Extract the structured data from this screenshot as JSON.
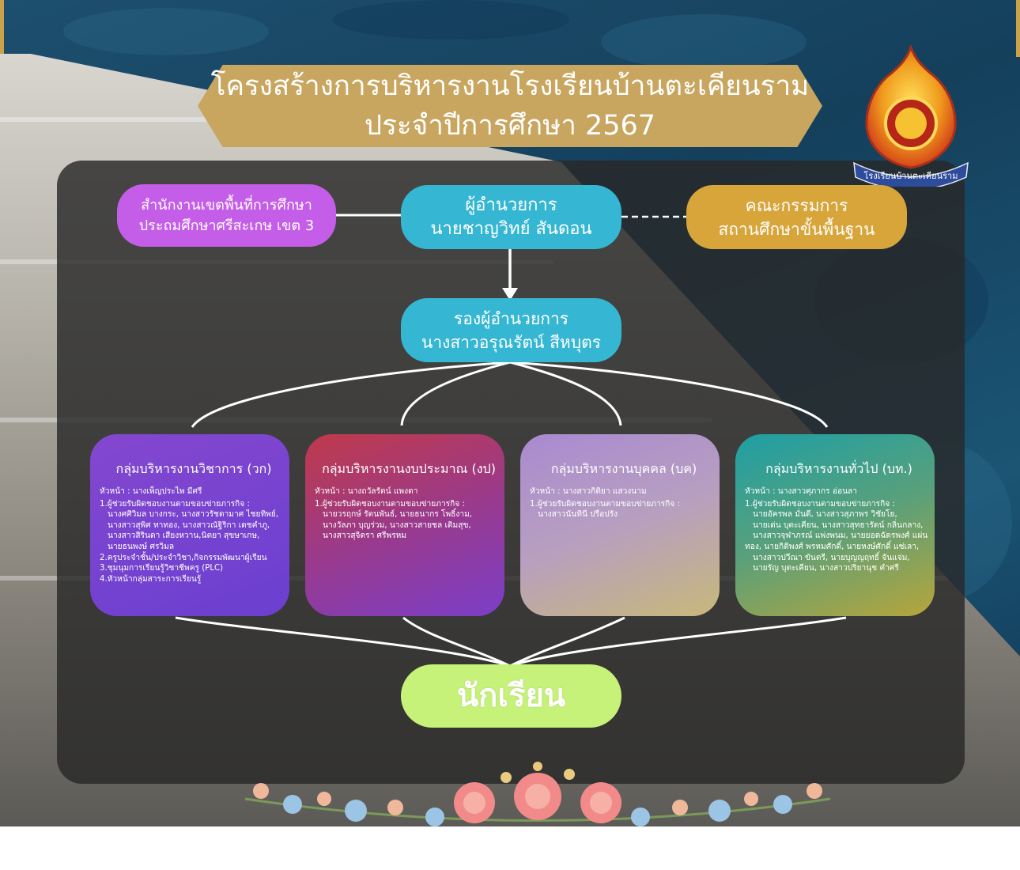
{
  "title": {
    "line1": "โครงสร้างการบริหารงานโรงเรียนบ้านตะเคียนราม",
    "line2": "ประจำปีการศึกษา 2567"
  },
  "school_label": "โรงเรียนบ้านตะเคียนราม",
  "nodes": {
    "office": {
      "line1": "สำนักงานเขตพื้นที่การศึกษา",
      "line2": "ประถมศึกษาศรีสะเกษ เขต 3"
    },
    "director": {
      "line1": "ผู้อำนวยการ",
      "line2": "นายชาญวิทย์ สันดอน"
    },
    "committee": {
      "line1": "คณะกรรมการ",
      "line2": "สถานศึกษาขั้นพื้นฐาน"
    },
    "deputy": {
      "line1": "รองผู้อำนวยการ",
      "line2": "นางสาวอรุณรัตน์ สีหบุตร"
    },
    "students": {
      "label": "นักเรียน"
    }
  },
  "groups": [
    {
      "title": "กลุ่มบริหารงานวิชาการ (วก)",
      "head": "หัวหน้า : นางเพ็ญประไพ มีศรี",
      "items": [
        "1.ผู้ช่วยรับผิดชอบงานตามขอบข่ายภารกิจ :",
        "นางศศิวิมล บางกระ, นางสาวรัชดามาศ ไชยทิพย์,",
        "นางสาวสุพิศ ทาทอง, นางสาวณัฐิริกา เดชคำภู,",
        "นางสาวสิรินดา เสียงหวาน,นิตยา สุขษาเกษ,",
        "นายธนพงษ์ ศรวิมล",
        "2.ครูประจำชั้น/ประจำวิชา,กิจกรรมพัฒนาผู้เรียน",
        "3.ชุมนุมการเรียนรู้วิชาชีพครู (PLC)",
        "4.หัวหน้ากลุ่มสาระการเรียนรู้"
      ]
    },
    {
      "title": "กลุ่มบริหารงานงบประมาณ (งป)",
      "head": "หัวหน้า : นางถวัลรัตน์ แพงดา",
      "items": [
        "1.ผู้ช่วยรับผิดชอบงานตามขอบข่ายภารกิจ :",
        "นายวรฤกษ์ รัตนพันธ์, นายธนากร โพธิ์งาม,",
        "นางวัลภา บุญร่วม, นางสาวสายชล เติมสุข,",
        "นางสาวสุจิตรา ศรีพรหม"
      ]
    },
    {
      "title": "กลุ่มบริหารงานบุคคล (บค)",
      "head": "หัวหน้า : นางสาวกิติยา แสวงนาม",
      "items": [
        "1.ผู้ช่วยรับผิดชอบงานตามขอบข่ายภารกิจ :",
        "นางสาวนันทินี ปรือปรัง"
      ]
    },
    {
      "title": "กลุ่มบริหารงานทั่วไป (บท.)",
      "head": "หัวหน้า : นางสาวศุภากร อ่อนลา",
      "items": [
        "1.ผู้ช่วยรับผิดชอบงานตามขอบข่ายภารกิจ :",
        "นายอัครพล มั่นดี, นางสาวสุภาพร วิชัยโย,",
        "นายเด่น บุตะเคียน, นางสาวสุทธารัตน์ กลิ่นกลาง,",
        "นางสาวจุฬาภรณ์ แพ่งพนม, นายยอดฉัตรพงศ์ แผ่น",
        "ทอง, นายกิติพงศ์ พรหมศักดิ์, นายหงษ์ศักดิ์ แซ่เลา,",
        "นางสาวปวีณา ขันตรี, นายบุญญฤทธิ์ จันแจ่ม,",
        "นายรัญ บุตะเคียน, นางสาวปริยานุช คำศรี"
      ]
    }
  ],
  "colors": {
    "office": "#c45ee8",
    "director": "#35b6d2",
    "committee": "#d7a53a",
    "students": "#c6f27a",
    "group_academic": [
      "#8447cf",
      "#6b3fd0"
    ],
    "group_budget": [
      "#c03a4a",
      "#7b3ec8"
    ],
    "group_personnel": [
      "#a98ad0",
      "#c8b87a"
    ],
    "group_general": [
      "#1e9fa5",
      "#b6a53b"
    ]
  }
}
